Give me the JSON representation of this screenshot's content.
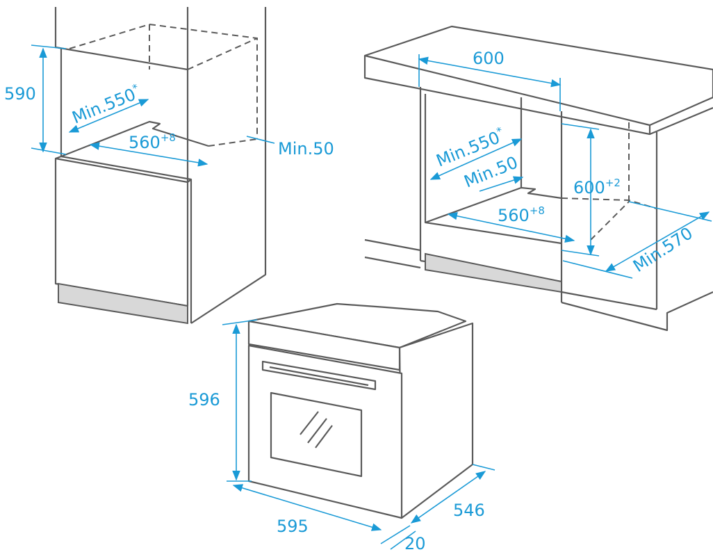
{
  "title": "Oven installation dimensions (mm)",
  "colors": {
    "dimension": "#1a9ad6",
    "outline": "#5a5a5a"
  },
  "column_install": {
    "height": "590",
    "depth": "Min.",
    "depth_value": "550",
    "depth_mark": "*",
    "width": "560",
    "width_tol": "+8",
    "gap": "Min.50"
  },
  "undercounter_install": {
    "width": "600",
    "depth": "Min.550",
    "depth_mark": "*",
    "gap": "Min.50",
    "inner_width": "560",
    "inner_width_tol": "+8",
    "height": "600",
    "height_tol": "+2",
    "counter_depth": "Min.570"
  },
  "oven": {
    "height": "596",
    "width": "595",
    "depth": "546",
    "front": "20"
  }
}
